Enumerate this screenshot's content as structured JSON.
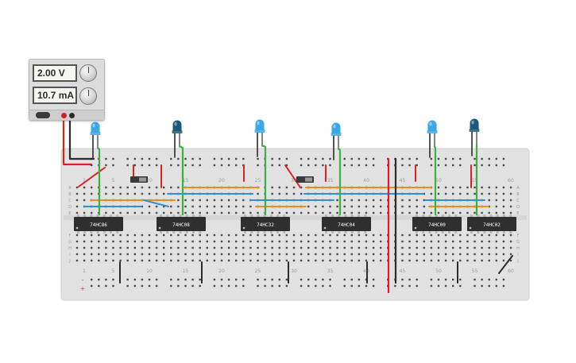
{
  "power_supply": {
    "voltage_display": "2.00 V",
    "current_display": "10.7 mA"
  },
  "breadboard": {
    "column_numbers": [
      "1",
      "5",
      "10",
      "15",
      "20",
      "25",
      "30",
      "35",
      "40",
      "45",
      "50",
      "55",
      "60"
    ],
    "row_letters_top": [
      "A",
      "B",
      "C",
      "D",
      "E"
    ],
    "row_letters_bottom": [
      "F",
      "G",
      "H",
      "I",
      "J"
    ],
    "rail_symbols": [
      "-",
      "+"
    ]
  },
  "chips": [
    {
      "label": "74HC86"
    },
    {
      "label": "74HC08"
    },
    {
      "label": "74HC32"
    },
    {
      "label": "74HC04"
    },
    {
      "label": "74HC00"
    },
    {
      "label": "74HC02"
    }
  ],
  "leds": [
    {
      "color": "#3aa7e6"
    },
    {
      "color": "#1d5a7a"
    },
    {
      "color": "#3aa7e6"
    },
    {
      "color": "#3aa7e6"
    },
    {
      "color": "#3aa7e6"
    },
    {
      "color": "#1d5a7a"
    }
  ],
  "colors": {
    "wire_red": "#e02020",
    "wire_black": "#2b2b2b",
    "wire_green": "#3cb043",
    "wire_orange": "#e8901a",
    "wire_blue": "#2f8fd8",
    "board": "#e2e2e2",
    "chip": "#2f2f2f"
  }
}
